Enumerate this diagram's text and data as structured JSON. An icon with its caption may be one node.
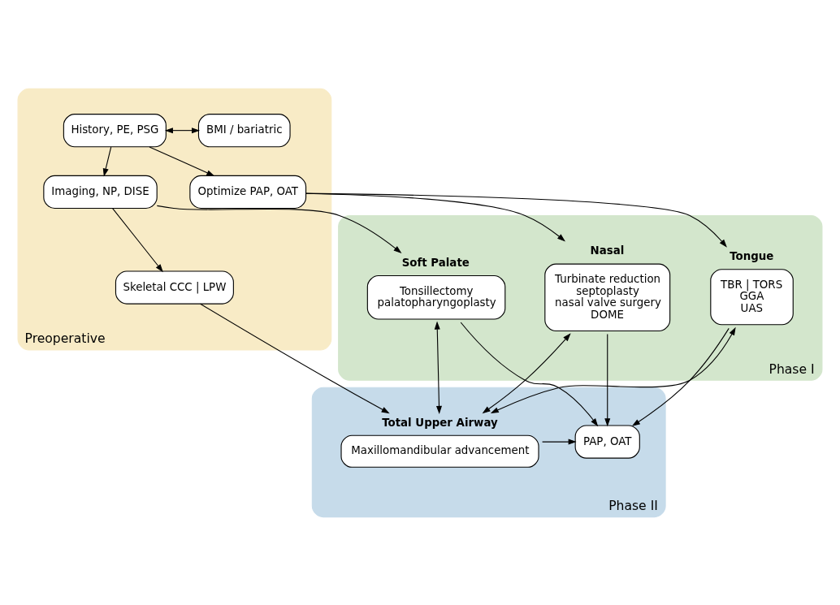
{
  "diagram": {
    "nodes": [
      {
        "text": [
          "Preoperative"
        ]
      },
      {
        "text": [
          "History, PE, PSG"
        ],
        "in": 0
      },
      {
        "text": [
          "BMI / bariatric"
        ],
        "in": 0
      },
      {
        "text": [
          "Optimize PAP, OAT"
        ],
        "in": 0
      },
      {
        "text": [
          "Imaging, NP, DISE"
        ],
        "in": 0
      },
      {
        "text": [
          "Skeletal CCC | LPW"
        ],
        "in": 0
      },
      {
        "text": [
          "Phase I"
        ]
      },
      {
        "text": [
          "Nasal",
          "Turbinate reduction",
          "septoplasty",
          "nasal valve surgery",
          "DOME"
        ],
        "in": 6
      },
      {
        "text": [
          "Soft Palate",
          "Tonsillectomy",
          "palatopharyngoplasty"
        ],
        "in": 6
      },
      {
        "text": [
          "Tongue",
          "TBR | TORS",
          "GGA",
          "UAS"
        ],
        "in": 6
      },
      {
        "text": [
          "Phase II"
        ]
      },
      {
        "text": [
          "PAP, OAT"
        ],
        "in": 10
      },
      {
        "text": [
          "Total Upper Airway",
          "Maxillomandibular advancement"
        ],
        "in": 10
      }
    ],
    "edges": [
      {
        "from": 1,
        "to": 2,
        "arrow": "both"
      },
      {
        "from": 1,
        "to": 3,
        "arrow": "to"
      },
      {
        "from": 1,
        "to": 4,
        "arrow": "to"
      },
      {
        "from": 4,
        "to": 5,
        "arrow": "to"
      },
      {
        "from": 3,
        "to": 7,
        "arrow": "to"
      },
      {
        "from": 3,
        "to": 9,
        "arrow": "to"
      },
      {
        "from": 4,
        "to": 8,
        "arrow": "to"
      },
      {
        "from": 5,
        "to": 12,
        "arrow": "to"
      },
      {
        "from": 7,
        "to": 11,
        "arrow": "to"
      },
      {
        "from": 8,
        "to": 11,
        "arrow": "to"
      },
      {
        "from": 9,
        "to": 11,
        "arrow": "to"
      },
      {
        "from": 7,
        "to": 12,
        "arrow": "both"
      },
      {
        "from": 8,
        "to": 12,
        "arrow": "both"
      },
      {
        "from": 9,
        "to": 12,
        "arrow": "both"
      },
      {
        "from": 12,
        "to": 11,
        "arrow": "to"
      }
    ]
  }
}
